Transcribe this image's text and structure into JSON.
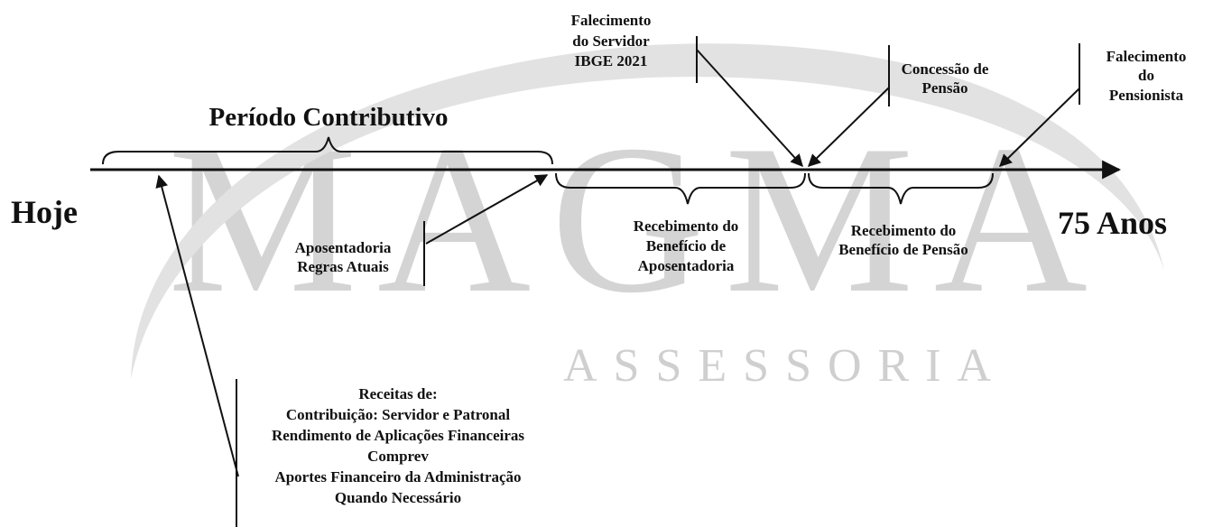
{
  "watermark": {
    "brand": "MAGMA",
    "subtitle": "ASSESSORIA"
  },
  "timeline": {
    "start_label": "Hoje",
    "end_label": "75 Anos"
  },
  "phases": {
    "contributive": "Período Contributivo",
    "retirement_benefit": "Recebimento do\nBenefício de\nAposentadoria",
    "pension_benefit": "Recebimento do\nBenefício de Pensão"
  },
  "events": {
    "retirement": "Aposentadoria\nRegras Atuais",
    "servant_death": "Falecimento\ndo Servidor\nIBGE 2021",
    "pension_grant": "Concessão de\nPensão",
    "pensioner_death": "Falecimento\ndo\nPensionista"
  },
  "revenues": "Receitas de:\nContribuição: Servidor e Patronal\nRendimento de Aplicações Financeiras\nComprev\nAportes Financeiro da Administração\nQuando Necessário",
  "colors": {
    "ink": "#111111",
    "watermark": "#d4d4d4"
  }
}
